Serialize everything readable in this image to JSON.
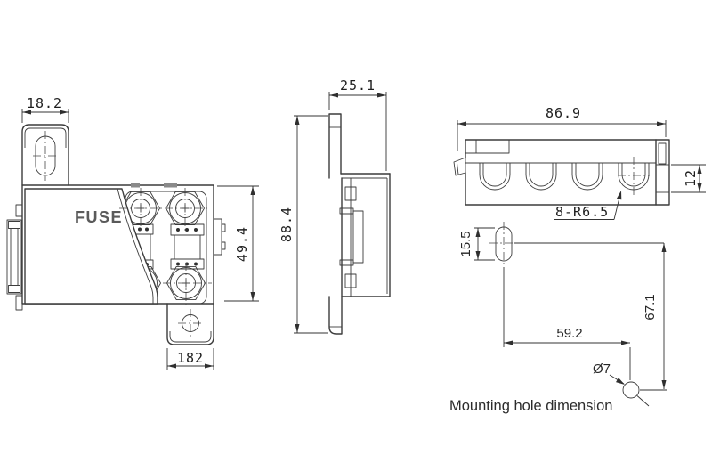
{
  "front_view": {
    "label": "FUSE",
    "dims": {
      "top_tab_width": "18.2",
      "body_height": "49.4",
      "bottom_tab_width": "182"
    }
  },
  "side_view": {
    "dims": {
      "depth": "25.1",
      "overall_height": "88.4"
    }
  },
  "top_view": {
    "dims": {
      "overall_width": "86.9",
      "end_flange_height": "12"
    },
    "slot_note": "8-R6.5"
  },
  "mounting_diagram": {
    "caption": "Mounting hole dimension",
    "dims": {
      "slot_length": "15.5",
      "hole_offset_x": "59.2",
      "hole_offset_y": "67.1",
      "hole_diameter": "Ø7"
    }
  },
  "colors": {
    "line": "#3c3c3c",
    "dim_text": "#1e1e1e",
    "label_text": "#5a5a5a",
    "background": "#ffffff"
  }
}
